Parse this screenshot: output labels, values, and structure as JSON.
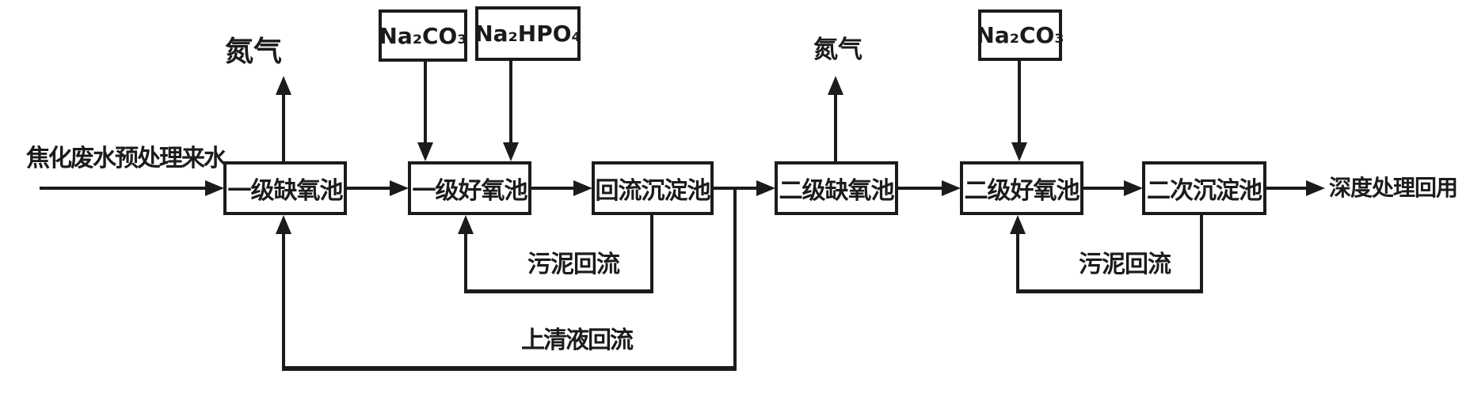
{
  "diagram": {
    "source_label": "焦化废水预处理来水",
    "output_label": "深度处理回用",
    "boxes": [
      {
        "label": "一级缺氧池"
      },
      {
        "label": "一级好氧池"
      },
      {
        "label": "回流沉淀池"
      },
      {
        "label": "二级缺氧池"
      },
      {
        "label": "二级好氧池"
      },
      {
        "label": "二次沉淀池"
      }
    ],
    "chemical_boxes": [
      {
        "label": "Na₂CO₃"
      },
      {
        "label": "Na₂HPO₄"
      },
      {
        "label": "Na₂CO₃"
      }
    ],
    "gas_vents": [
      {
        "label": "氮气"
      },
      {
        "label": "氮气"
      }
    ],
    "recycle_streams": [
      {
        "label": "污泥回流"
      },
      {
        "label": "污泥回流"
      },
      {
        "label": "上清液回流"
      }
    ],
    "colors": {
      "ink": "#1b1b1b",
      "background": "#ffffff"
    }
  }
}
